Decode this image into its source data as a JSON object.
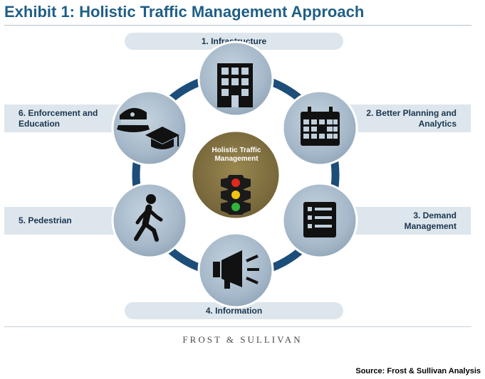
{
  "title": "Exhibit 1: Holistic Traffic Management Approach",
  "center": {
    "label_line1": "Holistic Traffic",
    "label_line2": "Management",
    "icon": "traffic-light-icon"
  },
  "steps": [
    {
      "label_line1": "1. Infrastructure",
      "label_line2": "",
      "icon": "building-icon"
    },
    {
      "label_line1": "2. Better Planning and",
      "label_line2": "Analytics",
      "icon": "calendar-icon"
    },
    {
      "label_line1": "3. Demand",
      "label_line2": "Management",
      "icon": "checklist-icon"
    },
    {
      "label_line1": "4. Information",
      "label_line2": "",
      "icon": "megaphone-icon"
    },
    {
      "label_line1": "5. Pedestrian",
      "label_line2": "",
      "icon": "pedestrian-icon"
    },
    {
      "label_line1": "6. Enforcement and",
      "label_line2": "Education",
      "icon": "police-cap-graduation-cap-icon"
    }
  ],
  "brand": "FROST & SULLIVAN",
  "source": "Source:  Frost & Sullivan Analysis",
  "colors": {
    "title": "#1f5f86",
    "ring": "#1d4e7a",
    "node_fill": "#a5b8c9",
    "center_fill": "#847342",
    "pill": "#dde6ec",
    "icon": "#111111"
  }
}
